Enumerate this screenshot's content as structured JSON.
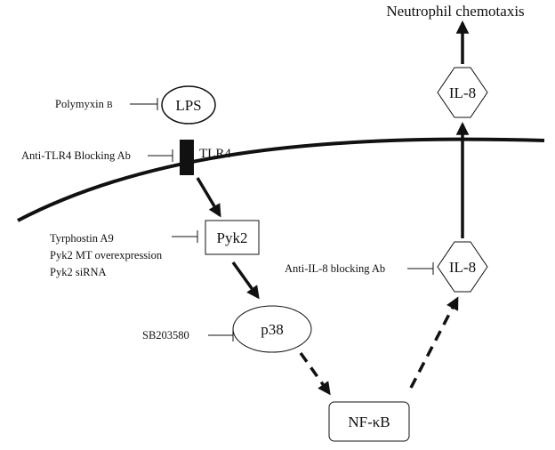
{
  "colors": {
    "ink": "#111111",
    "background": "#ffffff"
  },
  "nodes": {
    "lps": "LPS",
    "tlr4": "TLR4",
    "pyk2": "Pyk2",
    "p38": "p38",
    "nfkb": "NF-κB",
    "il8_inner": "IL-8",
    "il8_outer": "IL-8",
    "outcome": "Neutrophil chemotaxis"
  },
  "inhibitors": {
    "polymyxin": {
      "main": "Polymyxin",
      "small": "B"
    },
    "anti_tlr4": "Anti-TLR4 Blocking Ab",
    "pyk2_lines": [
      "Tyrphostin A9",
      "Pyk2 MT overexpression",
      "Pyk2 siRNA"
    ],
    "sb203580": "SB203580",
    "anti_il8": "Anti-IL-8 blocking Ab"
  }
}
